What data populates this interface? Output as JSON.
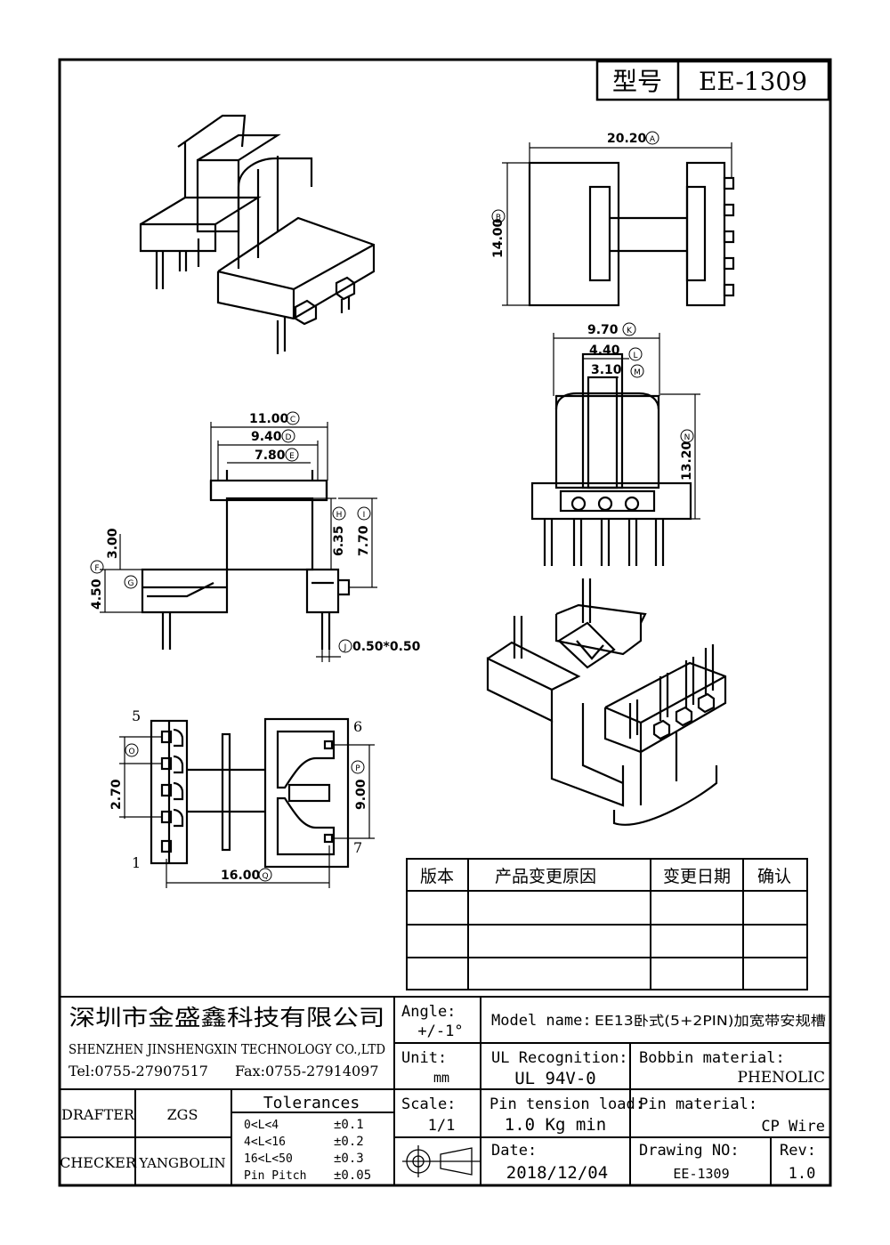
{
  "header": {
    "model_label": "型号",
    "model_value": "EE-1309"
  },
  "dimensions": {
    "a": "20.20",
    "a_tag": "A",
    "b": "14.00",
    "b_tag": "B",
    "c": "11.00",
    "c_tag": "C",
    "d": "9.40",
    "d_tag": "D",
    "e": "7.80",
    "e_tag": "E",
    "f": "4.50",
    "f_tag": "F",
    "f_inner": "3.00",
    "g_tag": "G",
    "h": "6.35",
    "h_tag": "H",
    "i": "7.70",
    "i_tag": "I",
    "j": "0.50*0.50",
    "j_tag": "J",
    "k": "9.70",
    "k_tag": "K",
    "l": "4.40",
    "l_tag": "L",
    "m": "3.10",
    "m_tag": "M",
    "n": "13.20",
    "n_tag": "N",
    "o_tag": "O",
    "o_outer": "2.70",
    "p": "9.00",
    "p_tag": "P",
    "q": "16.00",
    "q_tag": "Q"
  },
  "pins": {
    "p1": "1",
    "p5": "5",
    "p6": "6",
    "p7": "7"
  },
  "revision_table": {
    "headers": [
      "版本",
      "产品变更原因",
      "变更日期",
      "确认"
    ],
    "rows": [
      [
        "",
        "",
        "",
        ""
      ],
      [
        "",
        "",
        "",
        ""
      ],
      [
        "",
        "",
        "",
        ""
      ]
    ]
  },
  "title_block": {
    "company_cn": "深圳市金盛鑫科技有限公司",
    "company_en": "SHENZHEN JINSHENGXIN TECHNOLOGY CO.,LTD",
    "tel": "Tel:0755-27907517",
    "fax": "Fax:0755-27914097",
    "angle_label": "Angle:",
    "angle_value": "+/-1°",
    "unit_label": "Unit:",
    "unit_value": "mm",
    "scale_label": "Scale:",
    "scale_value": "1/1",
    "model_name_label": "Model name:",
    "model_name_value": "EE13卧式(5+2PIN)加宽带安规槽",
    "ul_label": "UL Recognition:",
    "ul_value": "UL 94V-0",
    "bobbin_label": "Bobbin material:",
    "bobbin_value": "PHENOLIC",
    "pin_tension_label": "Pin tension load:",
    "pin_tension_value": "1.0 Kg min",
    "pin_material_label": "Pin material:",
    "pin_material_value": "CP Wire",
    "date_label": "Date:",
    "date_value": "2018/12/04",
    "drawing_no_label": "Drawing NO:",
    "drawing_no_value": "EE-1309",
    "rev_label": "Rev:",
    "rev_value": "1.0",
    "drafter_label": "DRAFTER",
    "drafter_value": "ZGS",
    "checker_label": "CHECKER",
    "checker_value": "YANGBOLIN",
    "tolerances_title": "Tolerances",
    "tol": [
      {
        "range": "0<L<4",
        "value": "±0.1"
      },
      {
        "range": "4<L<16",
        "value": "±0.2"
      },
      {
        "range": "16<L<50",
        "value": "±0.3"
      },
      {
        "range": "Pin Pitch",
        "value": "±0.05"
      }
    ]
  }
}
